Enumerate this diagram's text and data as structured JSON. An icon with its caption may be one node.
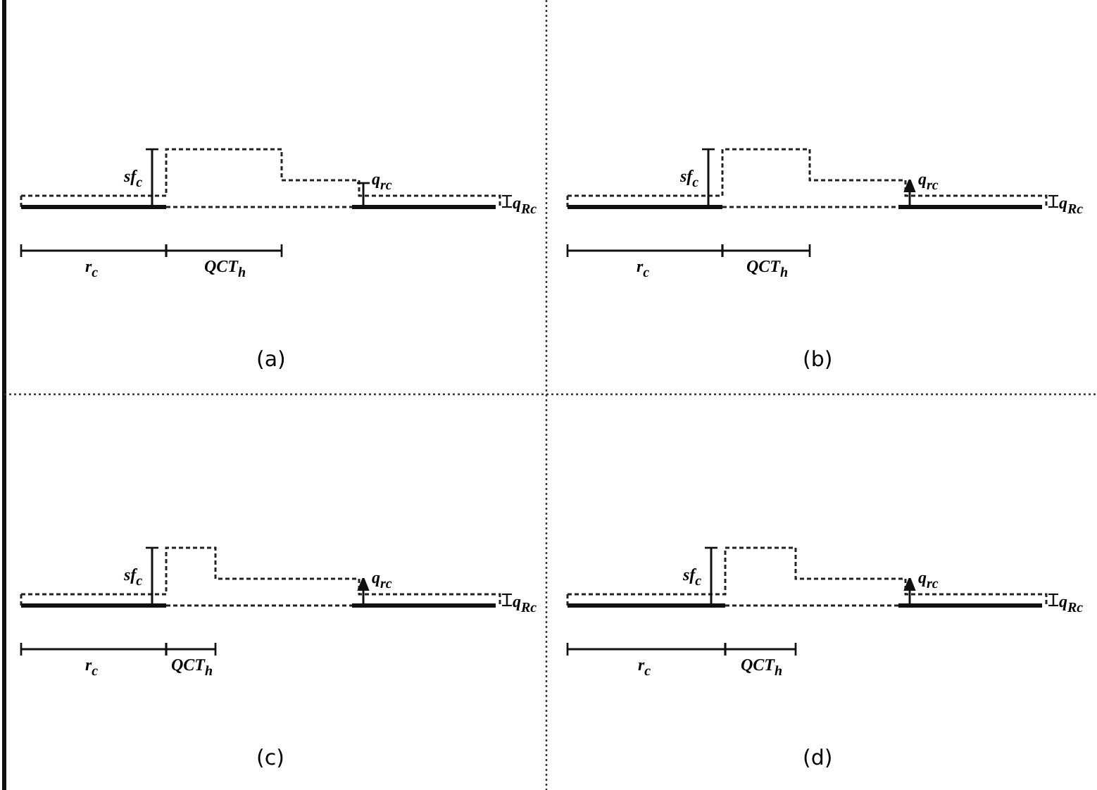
{
  "diagram": {
    "labels": [
      "sf$_{c}$",
      "q$_{rc}$",
      "q$_{Rc}$",
      "r$_{c}$",
      "QCT$_{h}$",
      "(a)",
      "sf$_{c}$",
      "q$_{rc}$",
      "q$_{Rc}$",
      "r$_{c}$",
      "QCT$_{h}$",
      "(b)",
      "sf$_{c}$",
      "q$_{rc}$",
      "q$_{Rc}$",
      "r$_{c}$",
      "QCT$_{h}$",
      "(c)",
      "sf$_{c}$",
      "q$_{rc}$",
      "q$_{Rc}$",
      "r$_{c}$",
      "QCT$_{h}$",
      "(d)"
    ]
  }
}
